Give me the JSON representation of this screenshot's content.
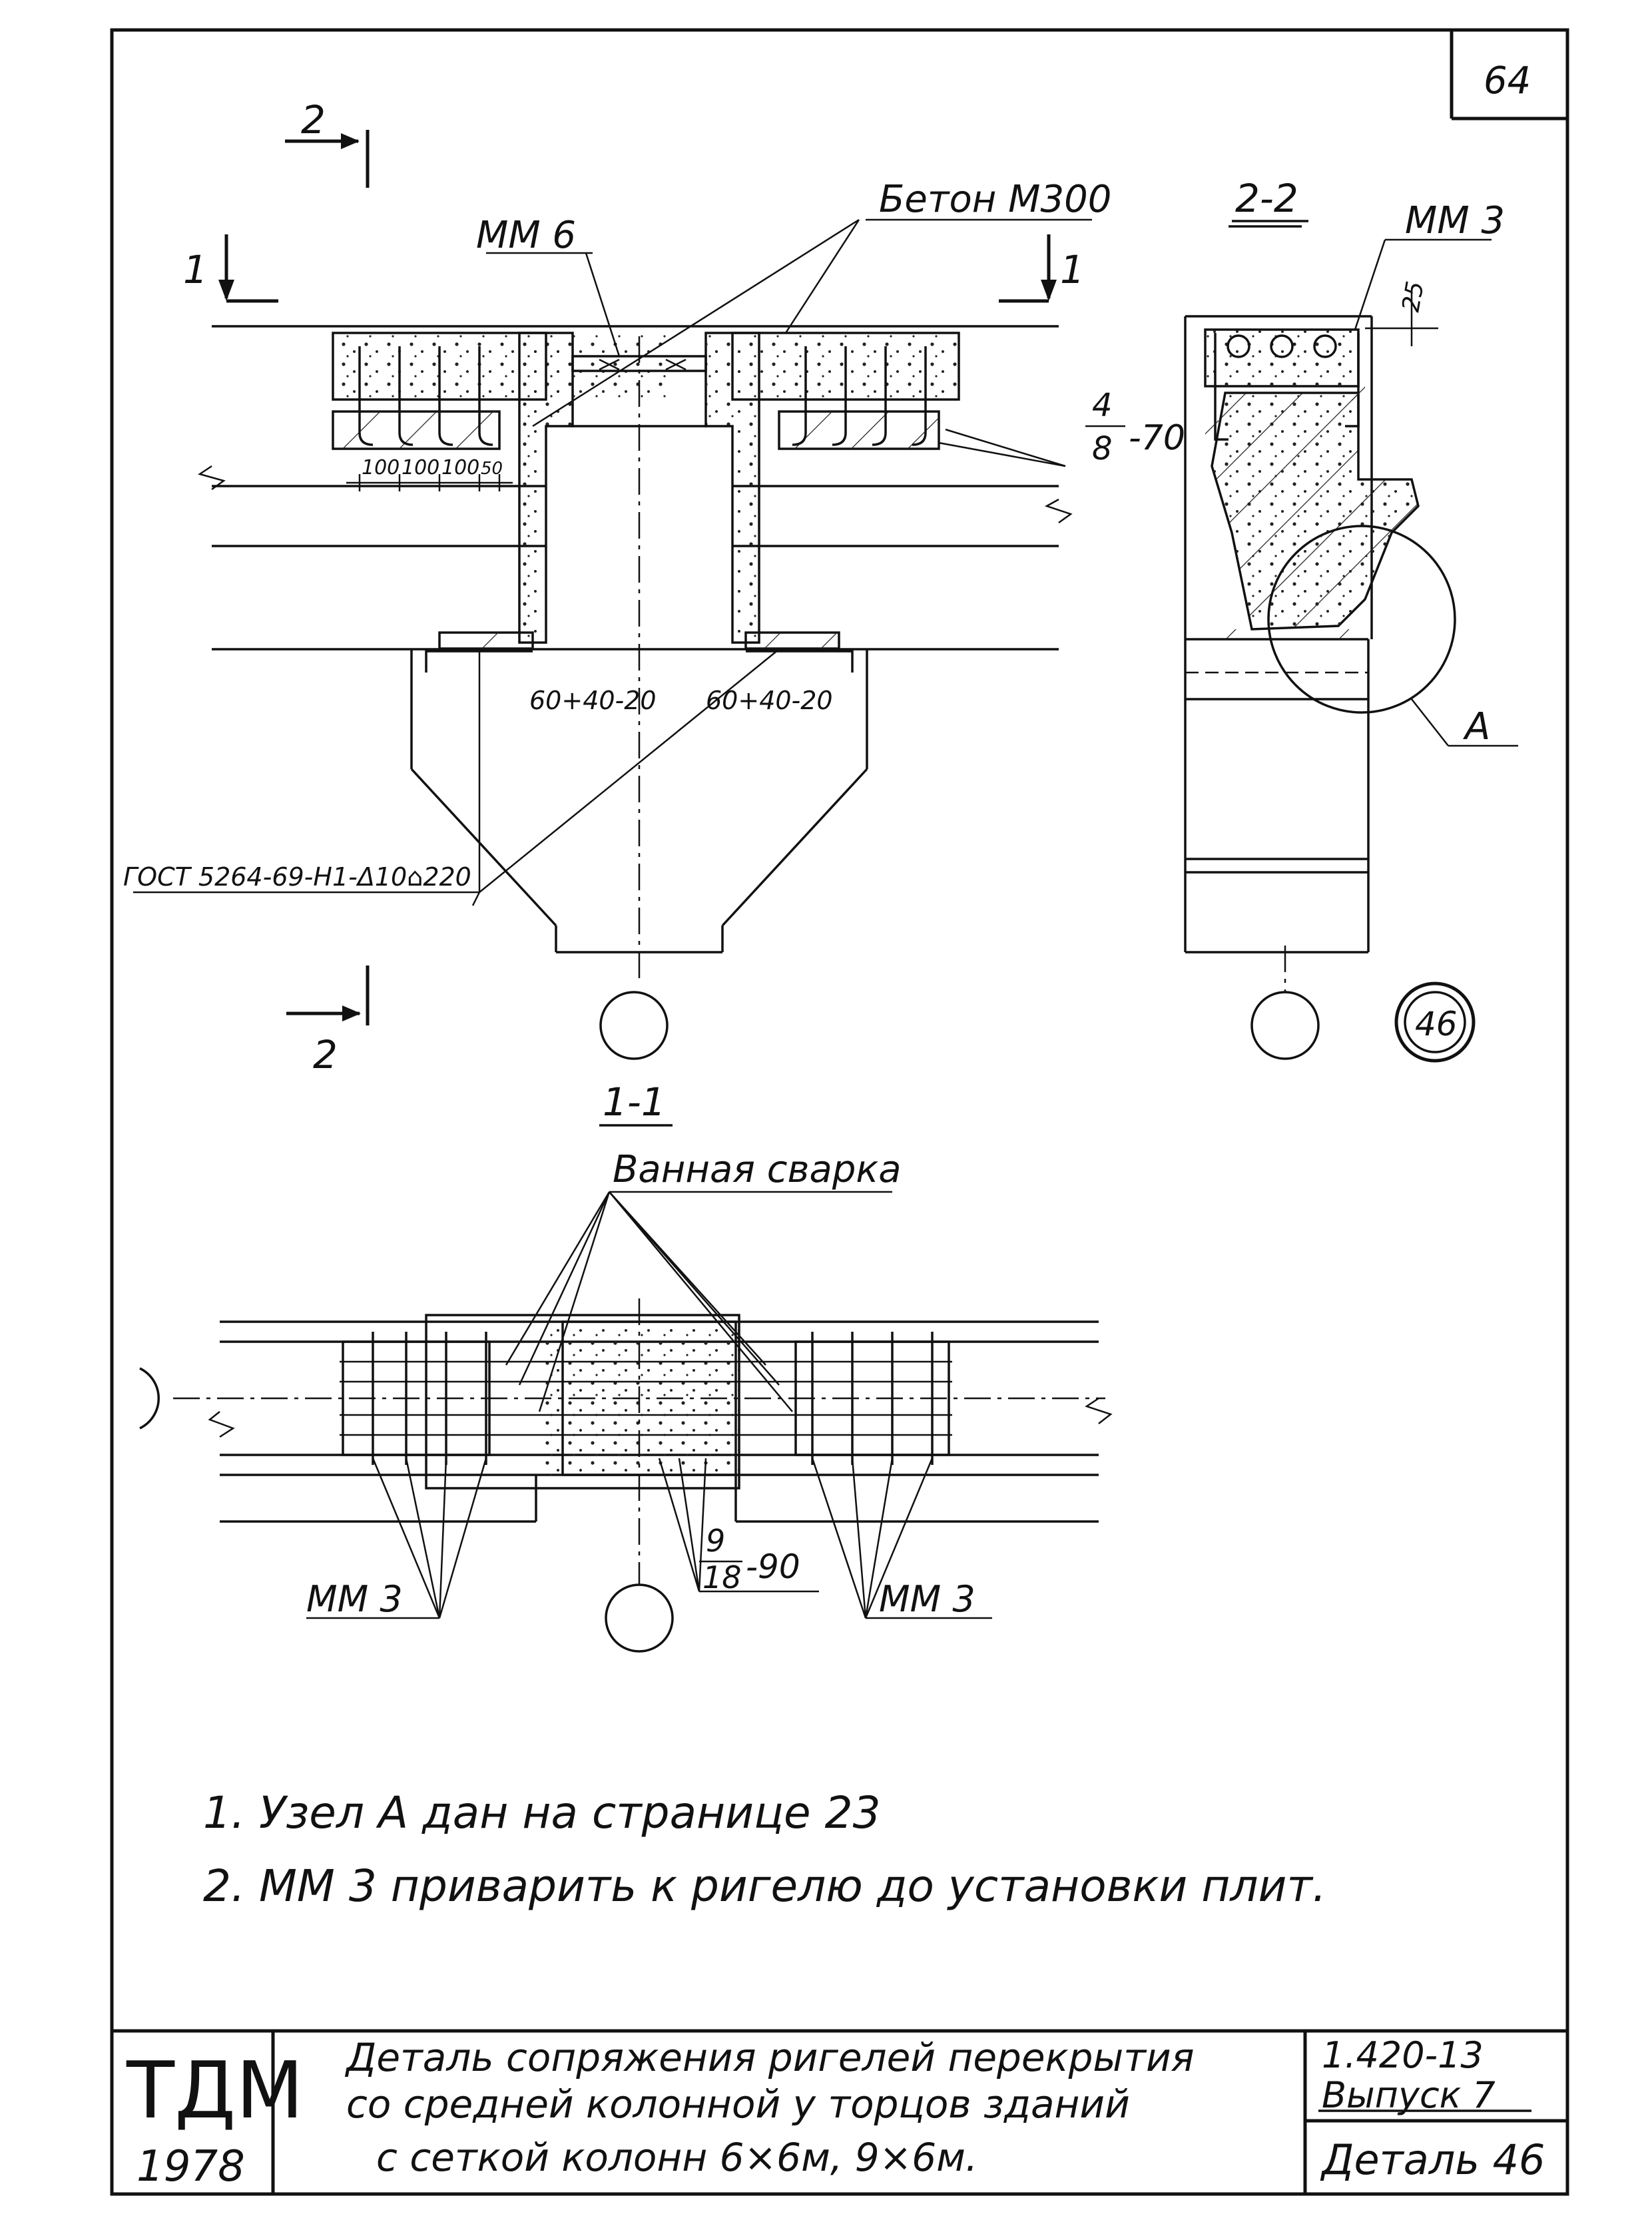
{
  "sheet": {
    "page_number": "64",
    "detail_badge": "46"
  },
  "section_marks": {
    "mark_2_top": "2",
    "mark_2_bottom": "2",
    "mark_1_left": "1",
    "mark_1_right": "1"
  },
  "view_main": {
    "concrete_label": "Бетон М300",
    "mm6_label": "ММ 6",
    "rebar_fraction_num": "4",
    "rebar_fraction_den": "8",
    "rebar_fraction_tail": "-70",
    "dims": [
      "100",
      "100",
      "100",
      "50"
    ],
    "tolerance_left": "60+40-20",
    "tolerance_right": "60+40-20",
    "gost_label": "ГОСТ 5264-69-Н1-Δ10⌂220"
  },
  "view_section_2": {
    "title": "2-2",
    "mm3_label": "ММ 3",
    "dim_25": "25",
    "node_label": "А"
  },
  "view_section_1": {
    "title": "1-1",
    "weld_label": "Ванная сварка",
    "mm3_left": "ММ 3",
    "mm3_right": "ММ 3",
    "rebar_fraction_num": "9",
    "rebar_fraction_den": "18",
    "rebar_fraction_tail": "-90"
  },
  "notes": [
    "1. Узел А дан на странице 23",
    "2. ММ 3   приварить к ригелю  до установки плит."
  ],
  "title_block": {
    "org": "ТДМ",
    "year": "1978",
    "title_line1": "Деталь сопряжения ригелей перекрытия",
    "title_line2": "со средней колонной  у торцов зданий",
    "title_line3": "с сеткой колонн 6×6м,  9×6м.",
    "series": "1.420-13",
    "issue": "Выпуск 7",
    "detail": "Деталь 46"
  }
}
